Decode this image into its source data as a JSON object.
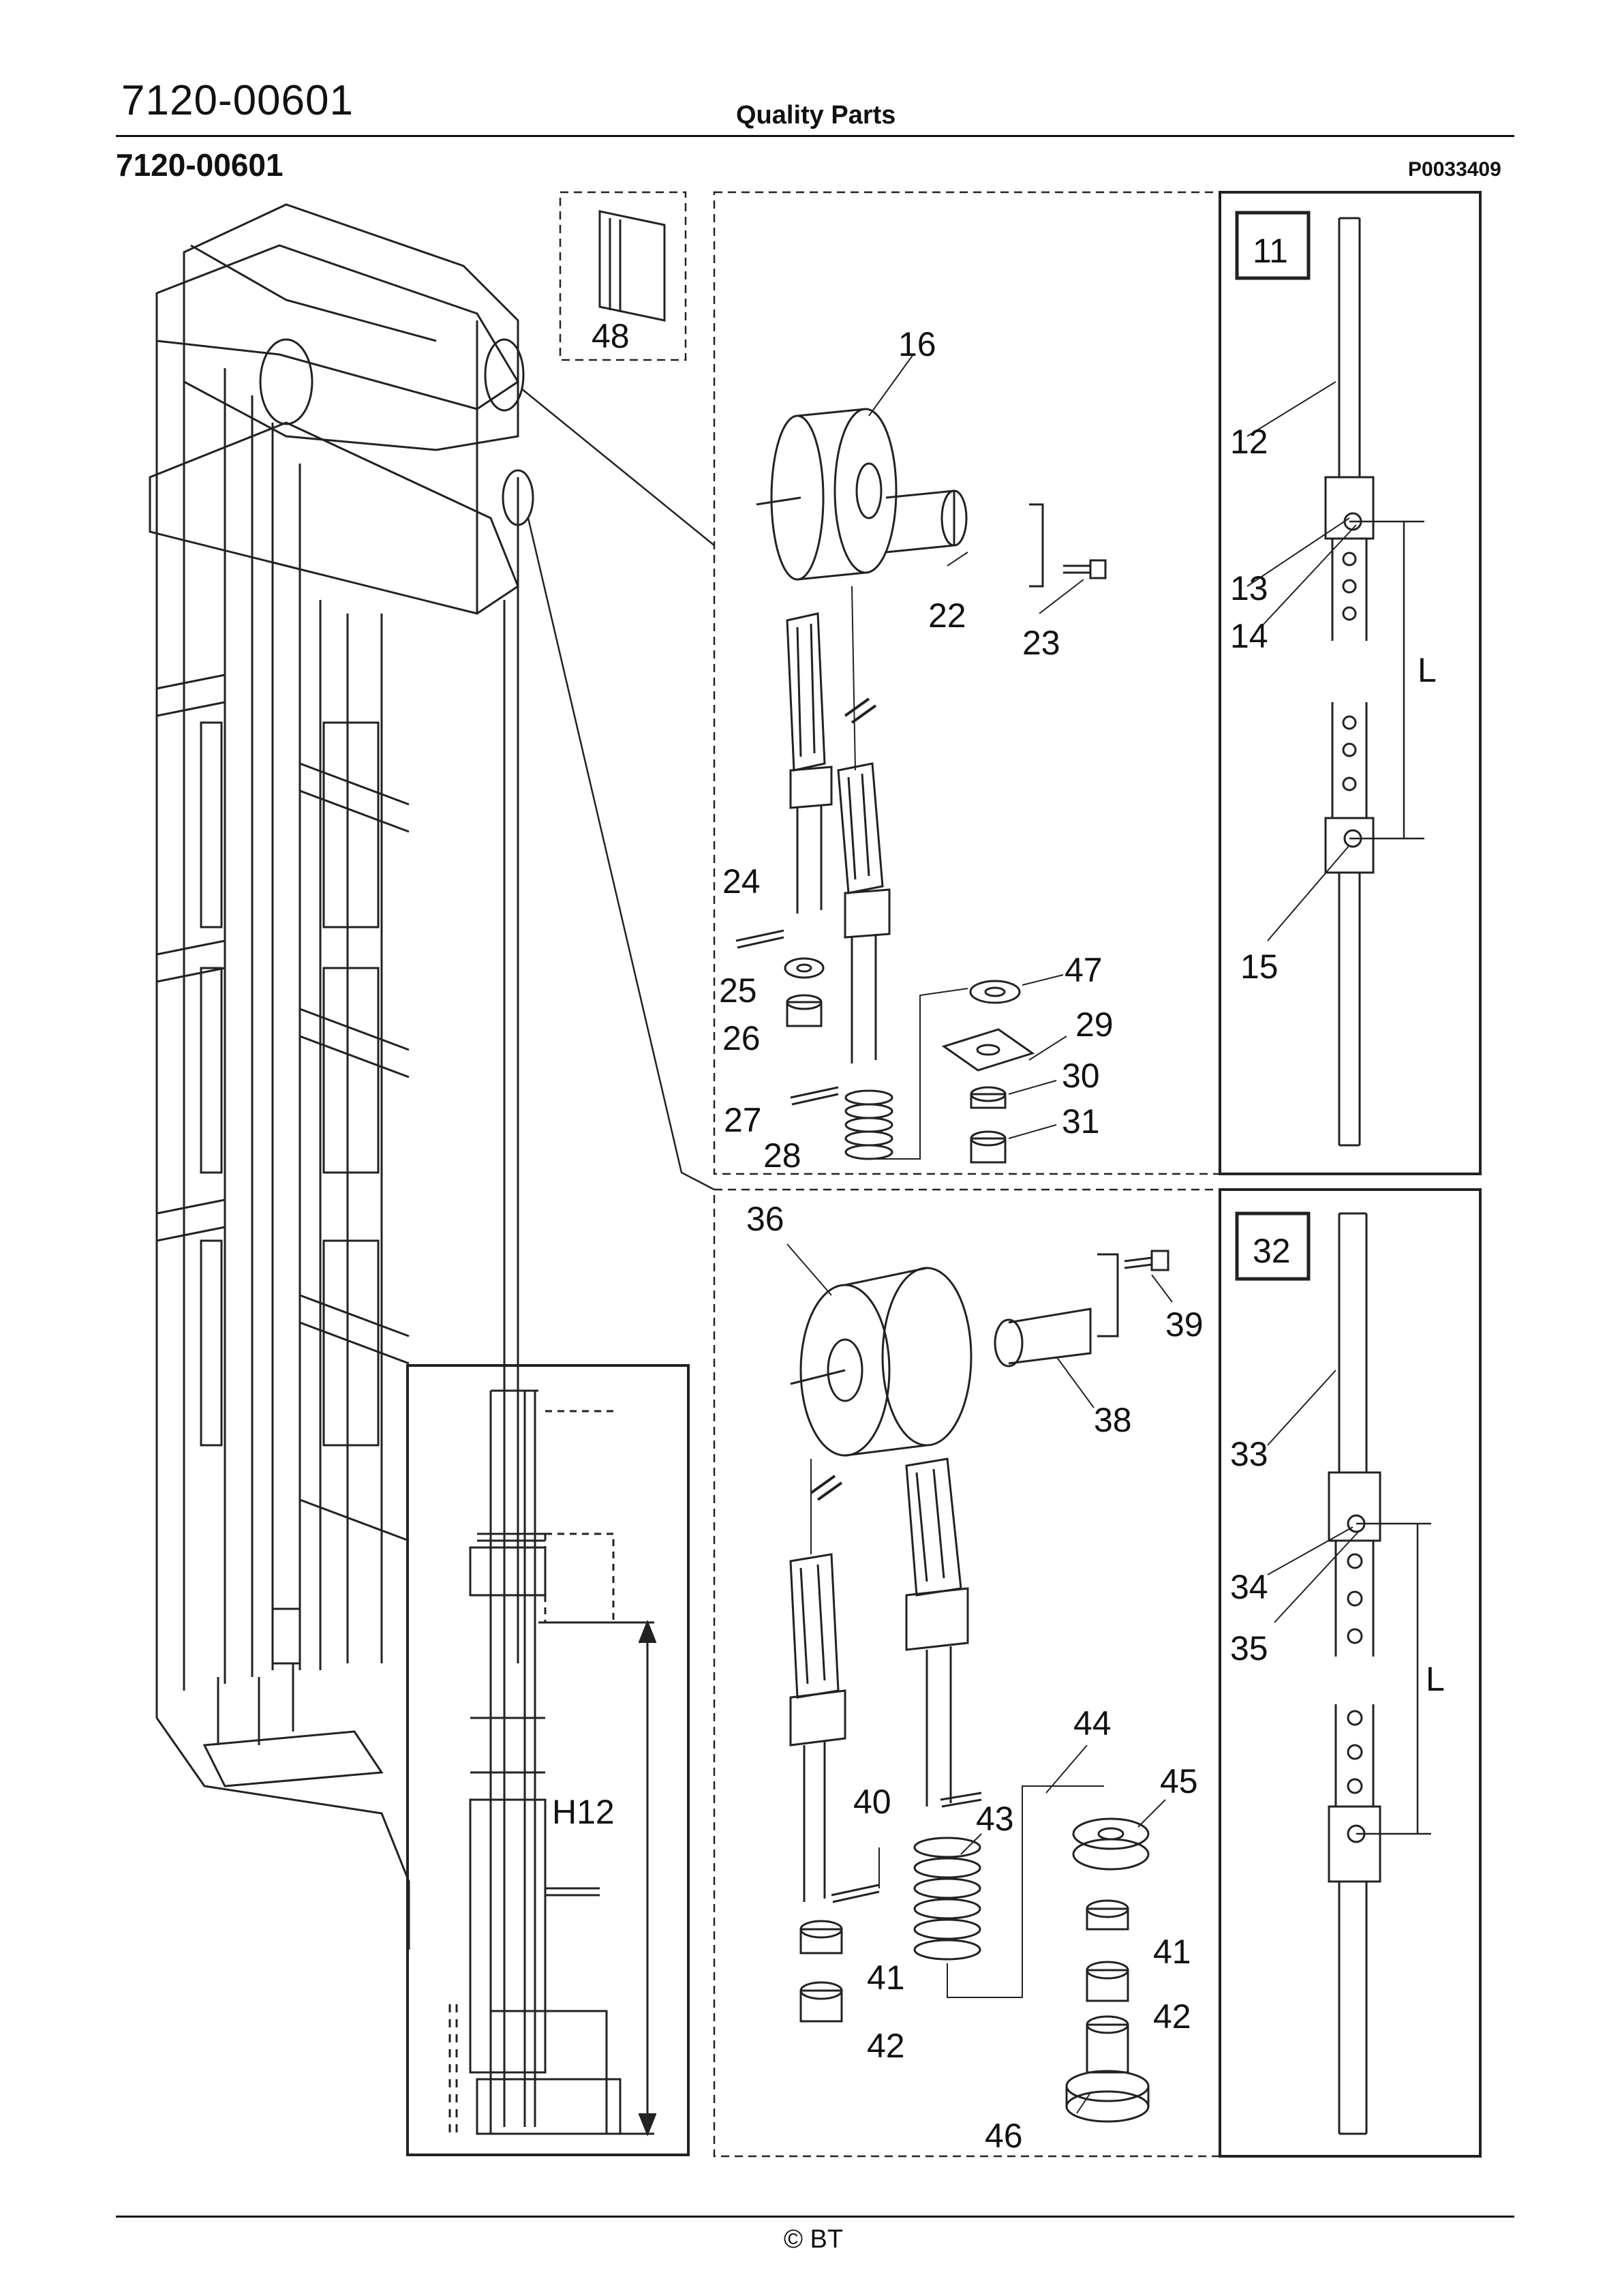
{
  "header": {
    "doc_number": "7120-00601",
    "center_title": "Quality Parts",
    "doc_number_bold": "7120-00601",
    "drawing_id": "P0033409"
  },
  "footer": {
    "copyright": "© BT"
  },
  "callouts": {
    "c11": "11",
    "c12": "12",
    "c13": "13",
    "c14": "14",
    "c15": "15",
    "L1": "L",
    "c16": "16",
    "c22": "22",
    "c23": "23",
    "c24": "24",
    "c25": "25",
    "c26": "26",
    "c27": "27",
    "c28": "28",
    "c29": "29",
    "c30": "30",
    "c31": "31",
    "c47": "47",
    "c48": "48",
    "c32": "32",
    "c33": "33",
    "c34": "34",
    "c35": "35",
    "L2": "L",
    "c36": "36",
    "c38": "38",
    "c39": "39",
    "c40": "40",
    "c41a": "41",
    "c41b": "41",
    "c42a": "42",
    "c42b": "42",
    "c43": "43",
    "c44": "44",
    "c45": "45",
    "c46": "46",
    "h12": "H12"
  }
}
